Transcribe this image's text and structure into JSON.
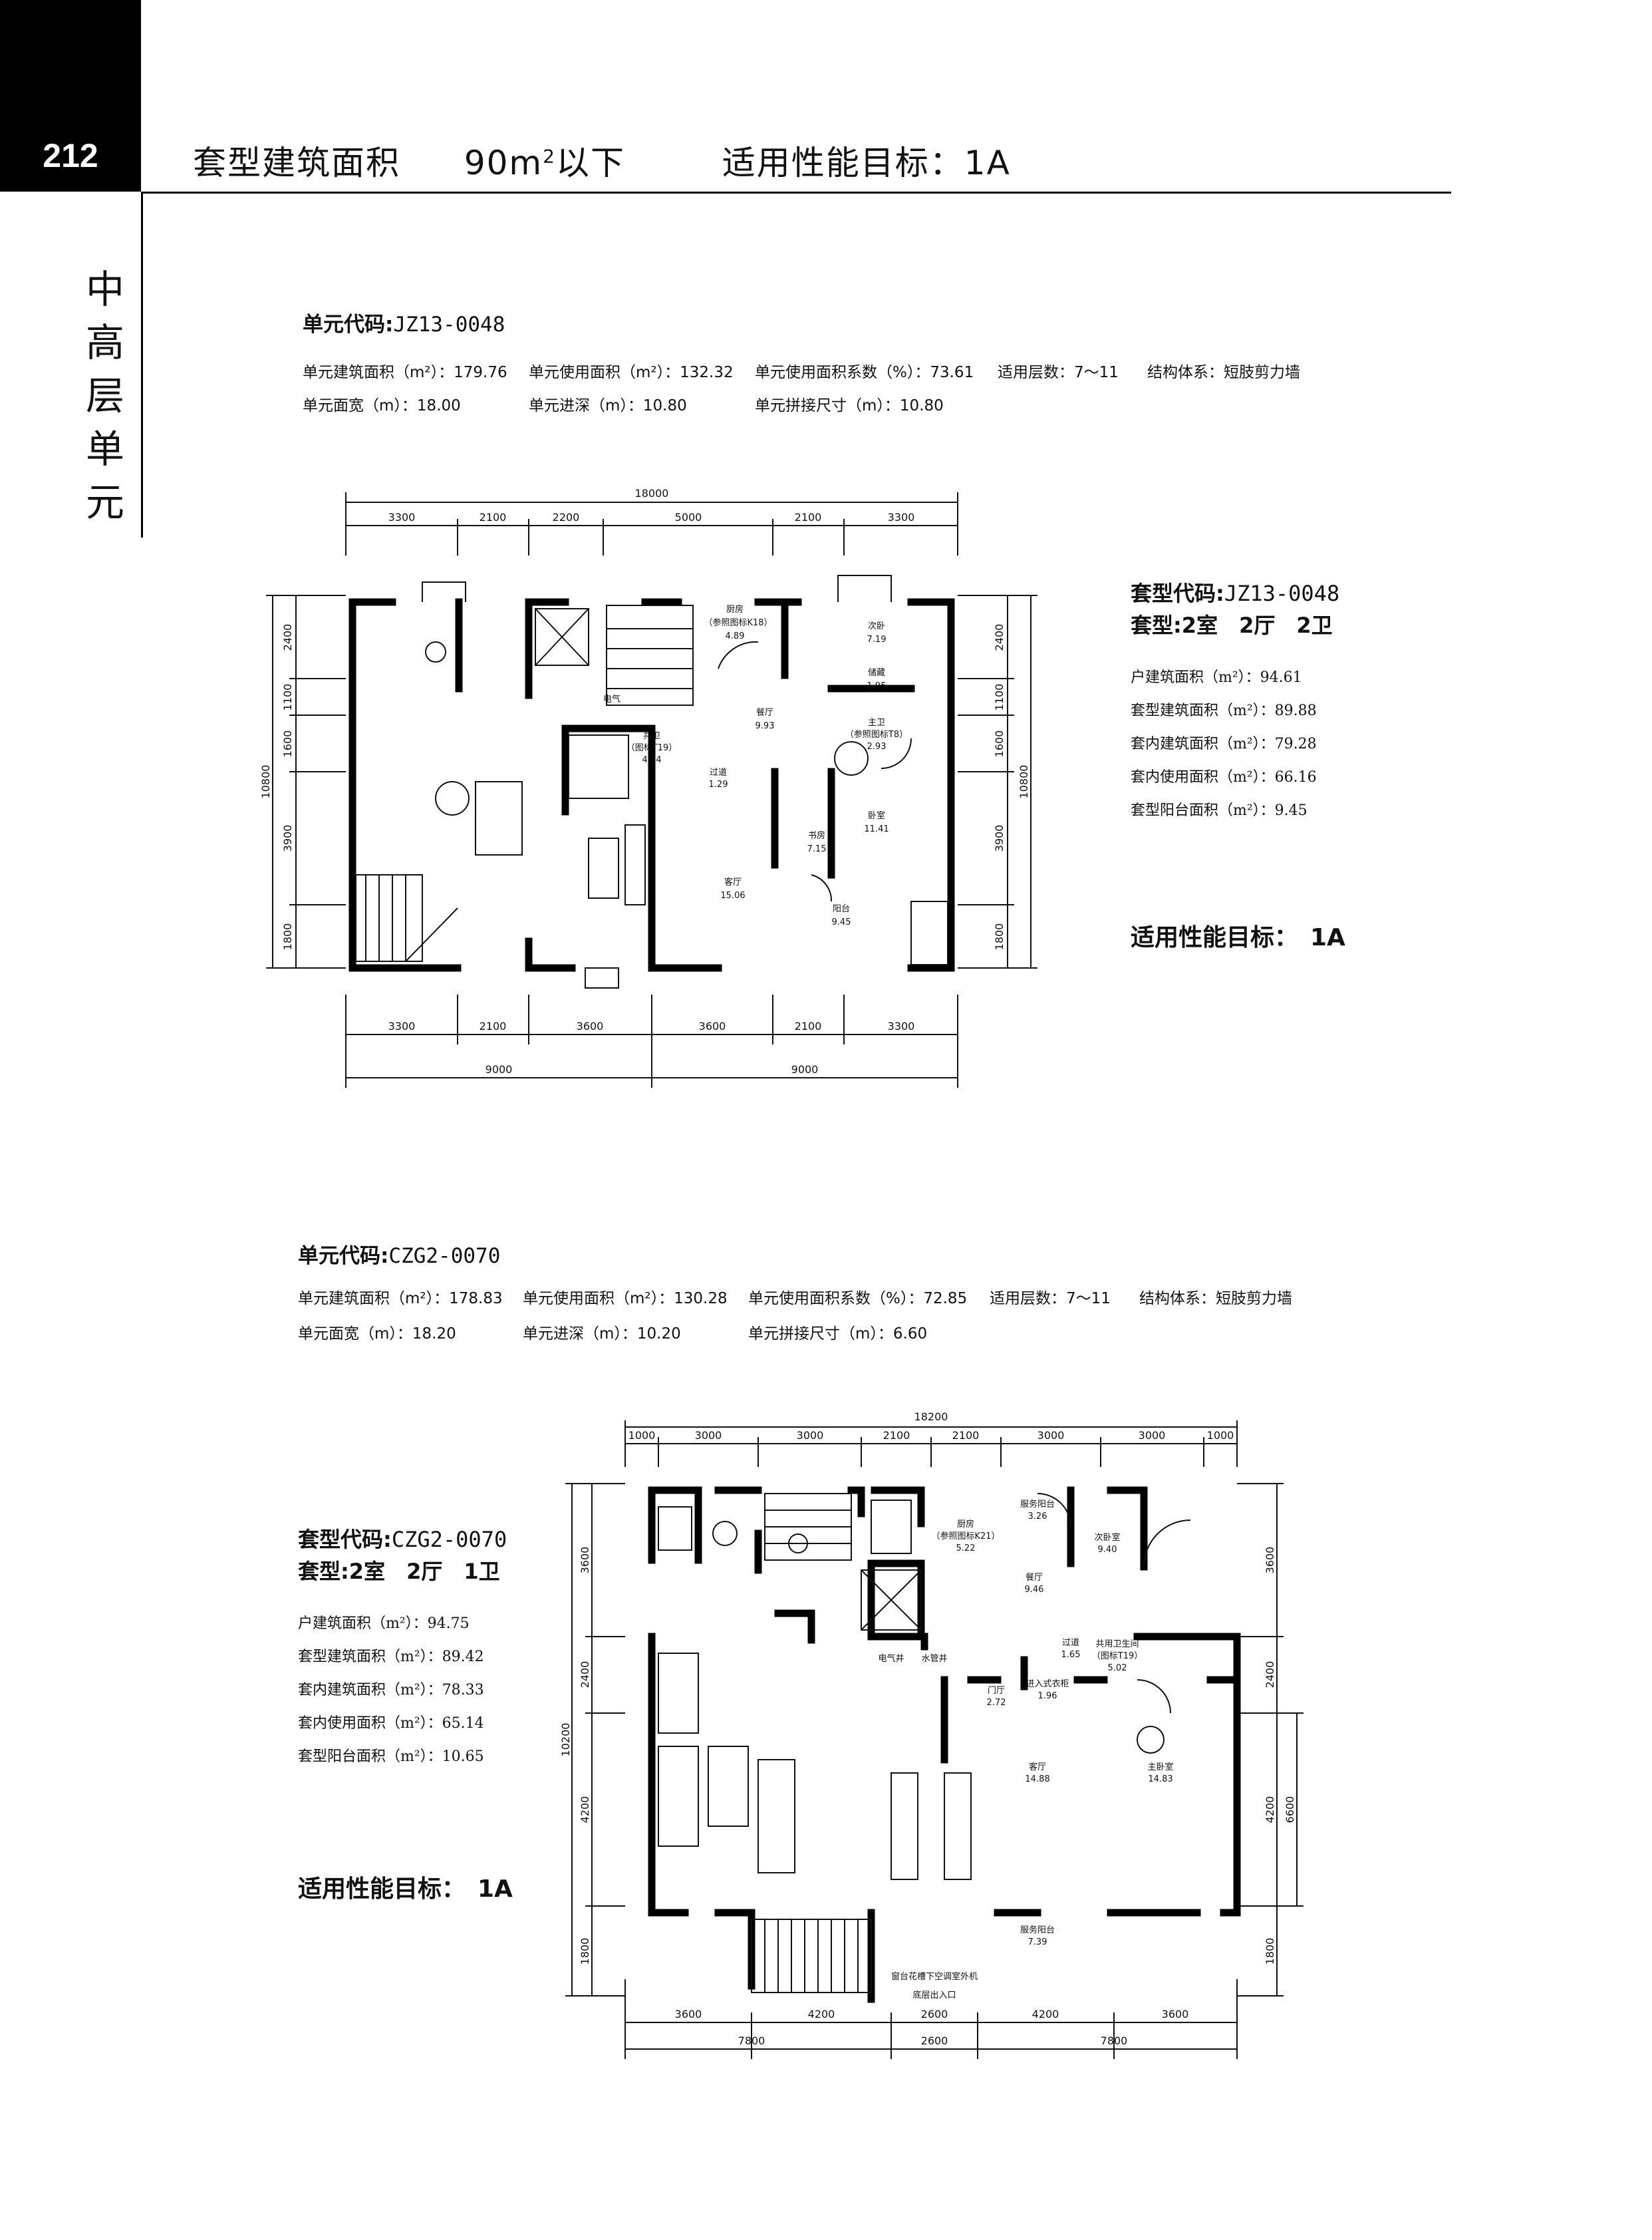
{
  "page": {
    "number": "212",
    "header_prefix": "套型建筑面积",
    "header_area_num": "90m",
    "header_area_sup": "2",
    "header_area_suffix": "以下",
    "header_target": "适用性能目标：1A",
    "side_label": [
      "中",
      "高",
      "层",
      "单",
      "元"
    ]
  },
  "unit1": {
    "code_label": "单元代码:",
    "code": "JZ13-0048",
    "stats_row1": [
      "单元建筑面积（m²）：179.76",
      "单元使用面积（m²）：132.32",
      "单元使用面积系数（%）：73.61",
      "适用层数：7～11",
      "结构体系：短肢剪力墙"
    ],
    "stats_row2": [
      "单元面宽（m）：18.00",
      "单元进深（m）：10.80",
      "单元拼接尺寸（m）：10.80"
    ],
    "suite_code_label": "套型代码:",
    "suite_code": "JZ13-0048",
    "suite_type": "套型:2室　2厅　2卫",
    "areas": [
      "户建筑面积（m²）：94.61",
      "套型建筑面积（m²）：89.88",
      "套内建筑面积（m²）：79.28",
      "套内使用面积（m²）：66.16",
      "套型阳台面积（m²）：9.45"
    ],
    "performance": "适用性能目标：　1A",
    "plan": {
      "total_width": "18000",
      "top_dims": [
        "3300",
        "2100",
        "2200",
        "5000",
        "2100",
        "3300"
      ],
      "bottom_dims": [
        "3300",
        "2100",
        "3600",
        "3600",
        "2100",
        "3300"
      ],
      "bottom_totals": [
        "9000",
        "9000"
      ],
      "left_dims": [
        "2400",
        "1100",
        "1600",
        "3900",
        "1800"
      ],
      "left_total": "10800",
      "right_dims": [
        "2400",
        "1100",
        "1600",
        "3900",
        "1800"
      ],
      "right_total": "10800",
      "rooms": [
        {
          "name": "厨房",
          "note": "（参照图标K18）",
          "area": "4.89"
        },
        {
          "name": "次卧",
          "note": "",
          "area": "7.19"
        },
        {
          "name": "储藏",
          "note": "",
          "area": "1.95"
        },
        {
          "name": "电气",
          "note": "",
          "area": ""
        },
        {
          "name": "餐厅",
          "note": "",
          "area": "9.93"
        },
        {
          "name": "主卫",
          "note": "（参照图标T8）",
          "area": "2.93"
        },
        {
          "name": "共卫",
          "note": "（图标T19）",
          "area": "4.34"
        },
        {
          "name": "过道",
          "note": "",
          "area": "1.29"
        },
        {
          "name": "卧室",
          "note": "",
          "area": "11.41"
        },
        {
          "name": "书房",
          "note": "",
          "area": "7.15"
        },
        {
          "name": "客厅",
          "note": "",
          "area": "15.06"
        },
        {
          "name": "阳台",
          "note": "",
          "area": "9.45"
        }
      ]
    }
  },
  "unit2": {
    "code_label": "单元代码:",
    "code": "CZG2-0070",
    "stats_row1": [
      "单元建筑面积（m²）：178.83",
      "单元使用面积（m²）：130.28",
      "单元使用面积系数（%）：72.85",
      "适用层数：7～11",
      "结构体系：短肢剪力墙"
    ],
    "stats_row2": [
      "单元面宽（m）：18.20",
      "单元进深（m）：10.20",
      "单元拼接尺寸（m）：6.60"
    ],
    "suite_code_label": "套型代码:",
    "suite_code": "CZG2-0070",
    "suite_type": "套型:2室　2厅　1卫",
    "areas": [
      "户建筑面积（m²）：94.75",
      "套型建筑面积（m²）：89.42",
      "套内建筑面积（m²）：78.33",
      "套内使用面积（m²）：65.14",
      "套型阳台面积（m²）：10.65"
    ],
    "performance": "适用性能目标：　1A",
    "plan": {
      "total_width": "18200",
      "top_dims": [
        "1000",
        "3000",
        "3000",
        "2100",
        "2100",
        "3000",
        "3000",
        "1000"
      ],
      "bottom_dims": [
        "3600",
        "4200",
        "2600",
        "4200",
        "3600"
      ],
      "bottom_totals": [
        "7800",
        "2600",
        "7800"
      ],
      "left_dims": [
        "3600",
        "2400",
        "4200",
        "1800"
      ],
      "left_total": "10200",
      "right_dims": [
        "3600",
        "2400",
        "4200",
        "1800"
      ],
      "right_total": "6600",
      "rooms": [
        {
          "name": "服务阳台",
          "note": "",
          "area": "3.26"
        },
        {
          "name": "厨房",
          "note": "（参照图标K21）",
          "area": "5.22"
        },
        {
          "name": "次卧室",
          "note": "",
          "area": "9.40"
        },
        {
          "name": "餐厅",
          "note": "",
          "area": "9.46"
        },
        {
          "name": "电气井",
          "note": "",
          "area": ""
        },
        {
          "name": "水管井",
          "note": "",
          "area": ""
        },
        {
          "name": "过道",
          "note": "",
          "area": "1.65"
        },
        {
          "name": "共用卫生间",
          "note": "（图标T19）",
          "area": "5.02"
        },
        {
          "name": "进入式衣柜",
          "note": "",
          "area": "1.96"
        },
        {
          "name": "门厅",
          "note": "",
          "area": "2.72"
        },
        {
          "name": "客厅",
          "note": "",
          "area": "14.88"
        },
        {
          "name": "主卧室",
          "note": "",
          "area": "14.83"
        },
        {
          "name": "服务阳台",
          "note": "",
          "area": "7.39"
        }
      ],
      "notes": [
        "窗台花槽下空调室外机",
        "底层出入口"
      ]
    }
  },
  "colors": {
    "ink": "#111111",
    "background": "#ffffff",
    "header_tab": "#000000"
  }
}
